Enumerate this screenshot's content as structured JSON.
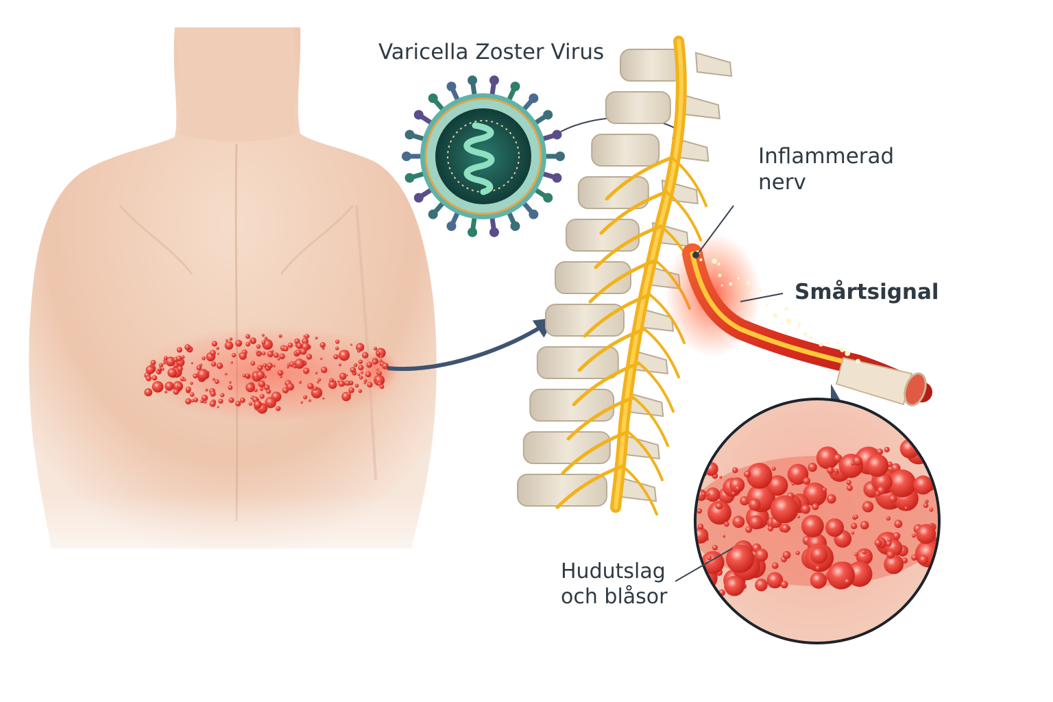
{
  "labels": {
    "virus": "Varicella Zoster Virus",
    "nerve_line1": "Inflammerad",
    "nerve_line2": "nerv",
    "pain_signal": "Smårtsignal",
    "rash_line1": "Hudutslag",
    "rash_line2": "och blåsor"
  },
  "colors": {
    "label_text": "#2f3a44",
    "leader_line": "#3a4550",
    "arrow": "#3f5470",
    "skin": "#f1d2be",
    "rash": "#e8413a",
    "nerve": "#f2b21c",
    "inflamed_nerve": "#c9241c",
    "bone": "#e6dccb",
    "virus_capsid": "#1d5a52"
  },
  "icons": {
    "virus": "virus-icon",
    "spine": "spine-icon",
    "nerve": "nerve-icon",
    "rash_zoom": "rash-zoom-icon",
    "torso": "human-back-icon"
  }
}
